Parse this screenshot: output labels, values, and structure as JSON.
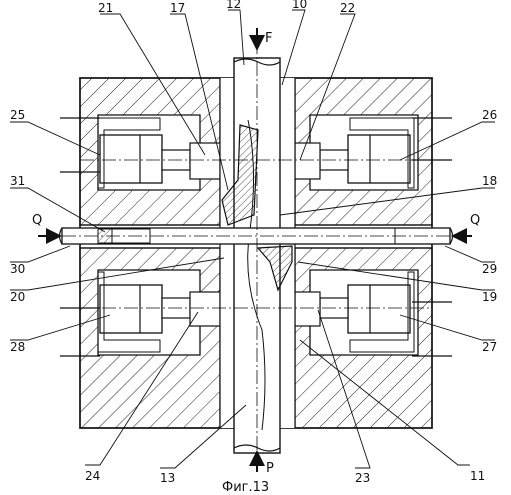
{
  "figure": {
    "caption": "Фиг.13",
    "colors": {
      "ink": "#111111",
      "background": "#ffffff",
      "hatch": "#222222"
    },
    "force_labels": {
      "top": "F",
      "bottom": "P",
      "left": "Q",
      "right": "Q"
    },
    "callouts": {
      "c10": "10",
      "c11": "11",
      "c12": "12",
      "c13": "13",
      "c17": "17",
      "c18": "18",
      "c19": "19",
      "c20": "20",
      "c21": "21",
      "c22": "22",
      "c23": "23",
      "c24": "24",
      "c25": "25",
      "c26": "26",
      "c27": "27",
      "c28": "28",
      "c29": "29",
      "c30": "30",
      "c31": "31"
    }
  }
}
